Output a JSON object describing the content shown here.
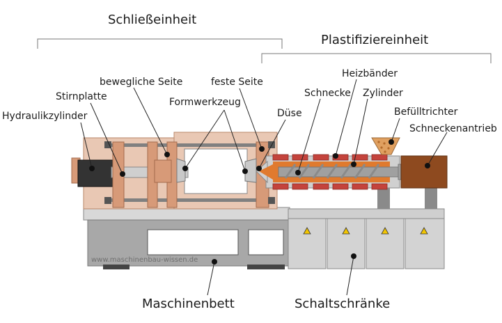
{
  "groups": {
    "clamping_unit": "Schließeinheit",
    "plasticizing_unit": "Plastifiziereinheit"
  },
  "labels": {
    "hydraulic_cylinder": "Hydraulikzylinder",
    "platen": "Stirnplatte",
    "moving_side": "bewegliche Seite",
    "mold": "Formwerkzeug",
    "fixed_side": "feste Seite",
    "nozzle": "Düse",
    "screw": "Schnecke",
    "heater_bands": "Heizbänder",
    "barrel": "Zylinder",
    "hopper": "Befülltrichter",
    "screw_drive": "Schneckenantrieb",
    "machine_bed": "Maschinenbett",
    "control_cabinets": "Schaltschränke"
  },
  "watermark": "www.maschinenbau-wissen.de",
  "colors": {
    "copper": "#d79a78",
    "copper_dark": "#c98360",
    "frame": "#e9c8b4",
    "bed_gray": "#a8a8a8",
    "cabinet": "#d3d3d3",
    "heater": "#c4433c",
    "material": "#e07a2e",
    "drive": "#8e4a1f",
    "cylinder_dark": "#333333"
  }
}
